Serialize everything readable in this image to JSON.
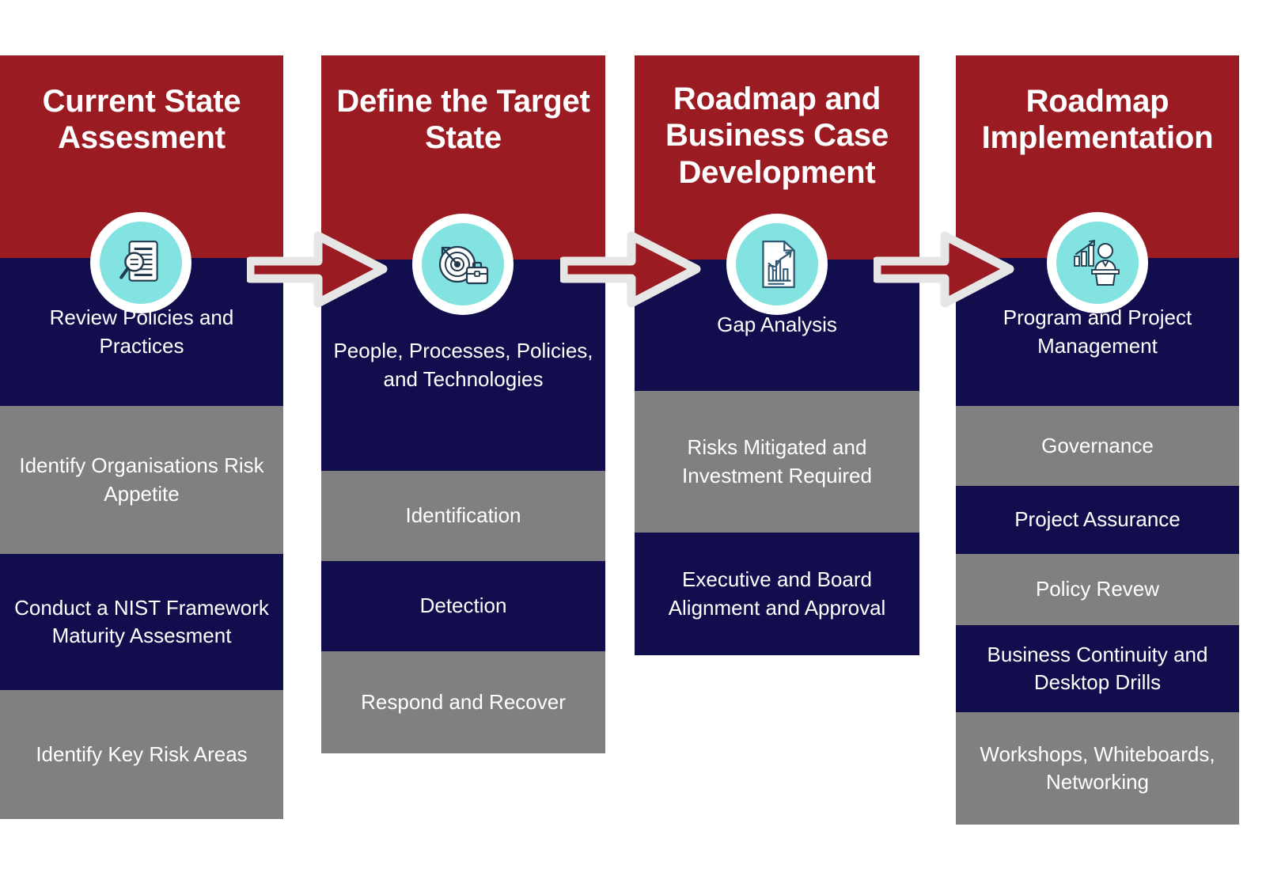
{
  "diagram": {
    "title_semantic": "cyber-security-program-roadmap-process",
    "colors": {
      "header_red": "#9B1B23",
      "navy": "#120D4C",
      "gray": "#808080",
      "icon_ring": "#ffffff",
      "icon_fill": "#82E3E0",
      "arrow_fill": "#9B1B23",
      "arrow_outline": "#E8E8E8",
      "text": "#ffffff",
      "background": "#ffffff"
    },
    "columns": [
      {
        "id": "current-state-assesment",
        "header": "Current State Assesment",
        "icon": "document-magnifier-icon",
        "segments": [
          {
            "label": "Review Policies and Practices",
            "tone": "navy"
          },
          {
            "label": "Identify Organisations Risk Appetite",
            "tone": "gray"
          },
          {
            "label": "Conduct a NIST Framework Maturity Assesment",
            "tone": "navy"
          },
          {
            "label": "Identify Key Risk Areas",
            "tone": "gray"
          }
        ]
      },
      {
        "id": "define-the-target-state",
        "header": "Define the Target State",
        "icon": "target-briefcase-icon",
        "segments": [
          {
            "label": "People, Processes, Policies, and Technologies",
            "tone": "navy"
          },
          {
            "label": "Identification",
            "tone": "gray"
          },
          {
            "label": "Detection",
            "tone": "navy"
          },
          {
            "label": "Respond and Recover",
            "tone": "gray"
          }
        ]
      },
      {
        "id": "roadmap-and-business-case-development",
        "header": "Roadmap and Business Case Development",
        "icon": "report-chart-icon",
        "segments": [
          {
            "label": "Gap Analysis",
            "tone": "navy"
          },
          {
            "label": "Risks Mitigated and Investment Required",
            "tone": "gray"
          },
          {
            "label": "Executive and Board Alignment and Approval",
            "tone": "navy"
          }
        ]
      },
      {
        "id": "roadmap-implementation",
        "header": "Roadmap Implementation",
        "icon": "presenter-podium-chart-icon",
        "segments": [
          {
            "label": "Program and Project Management",
            "tone": "navy"
          },
          {
            "label": "Governance",
            "tone": "gray"
          },
          {
            "label": "Project Assurance",
            "tone": "navy"
          },
          {
            "label": "Policy Revew",
            "tone": "gray"
          },
          {
            "label": "Business Continuity and Desktop Drills",
            "tone": "navy"
          },
          {
            "label": "Workshops, Whiteboards, Networking",
            "tone": "gray"
          }
        ]
      }
    ],
    "connectors": [
      {
        "id": "arrow-1",
        "from": "current-state-assesment",
        "to": "define-the-target-state",
        "glyph": "right-arrow-icon"
      },
      {
        "id": "arrow-2",
        "from": "define-the-target-state",
        "to": "roadmap-and-business-case-development",
        "glyph": "right-arrow-icon"
      },
      {
        "id": "arrow-3",
        "from": "roadmap-and-business-case-development",
        "to": "roadmap-implementation",
        "glyph": "right-arrow-icon"
      }
    ]
  }
}
